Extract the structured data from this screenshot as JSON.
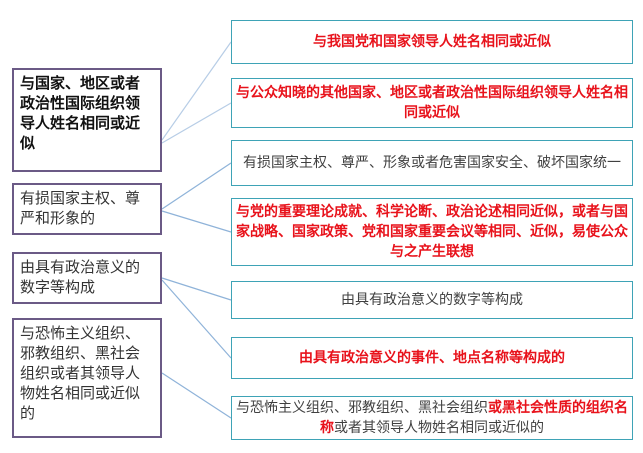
{
  "left": [
    "与国家、地区或者政治性国际组织领导人姓名相同或近似",
    "有损国家主权、尊严和形象的",
    "由具有政治意义的数字等构成",
    "与恐怖主义组织、邪教组织、黑社会组织或者其领导人物姓名相同或近似的"
  ],
  "right": [
    "与我国党和国家领导人姓名相同或近似",
    "与公众知晓的其他国家、地区或者政治性国际组织领导人姓名相同或近似",
    "有损国家主权、尊严、形象或者危害国家安全、破坏国家统一",
    "与党的重要理论成就、科学论断、政治论述相同近似，或者与国家战略、国家政策、党和国家重要会议等相同、近似，易使公众与之产生联想",
    "由具有政治意义的数字等构成",
    "由具有政治意义的事件、地点名称等构成的"
  ],
  "right7": {
    "part1": "与恐怖主义组织、邪教组织、黑社会组织",
    "part2": "或黑社会性质的组织名称",
    "part3": "或者其领导人物姓名相同或近似的"
  },
  "colors": {
    "left_border": "#6b5a86",
    "right_border": "#3ea3b6",
    "connector": "#8fb3d9",
    "highlight": "#e8121b"
  }
}
